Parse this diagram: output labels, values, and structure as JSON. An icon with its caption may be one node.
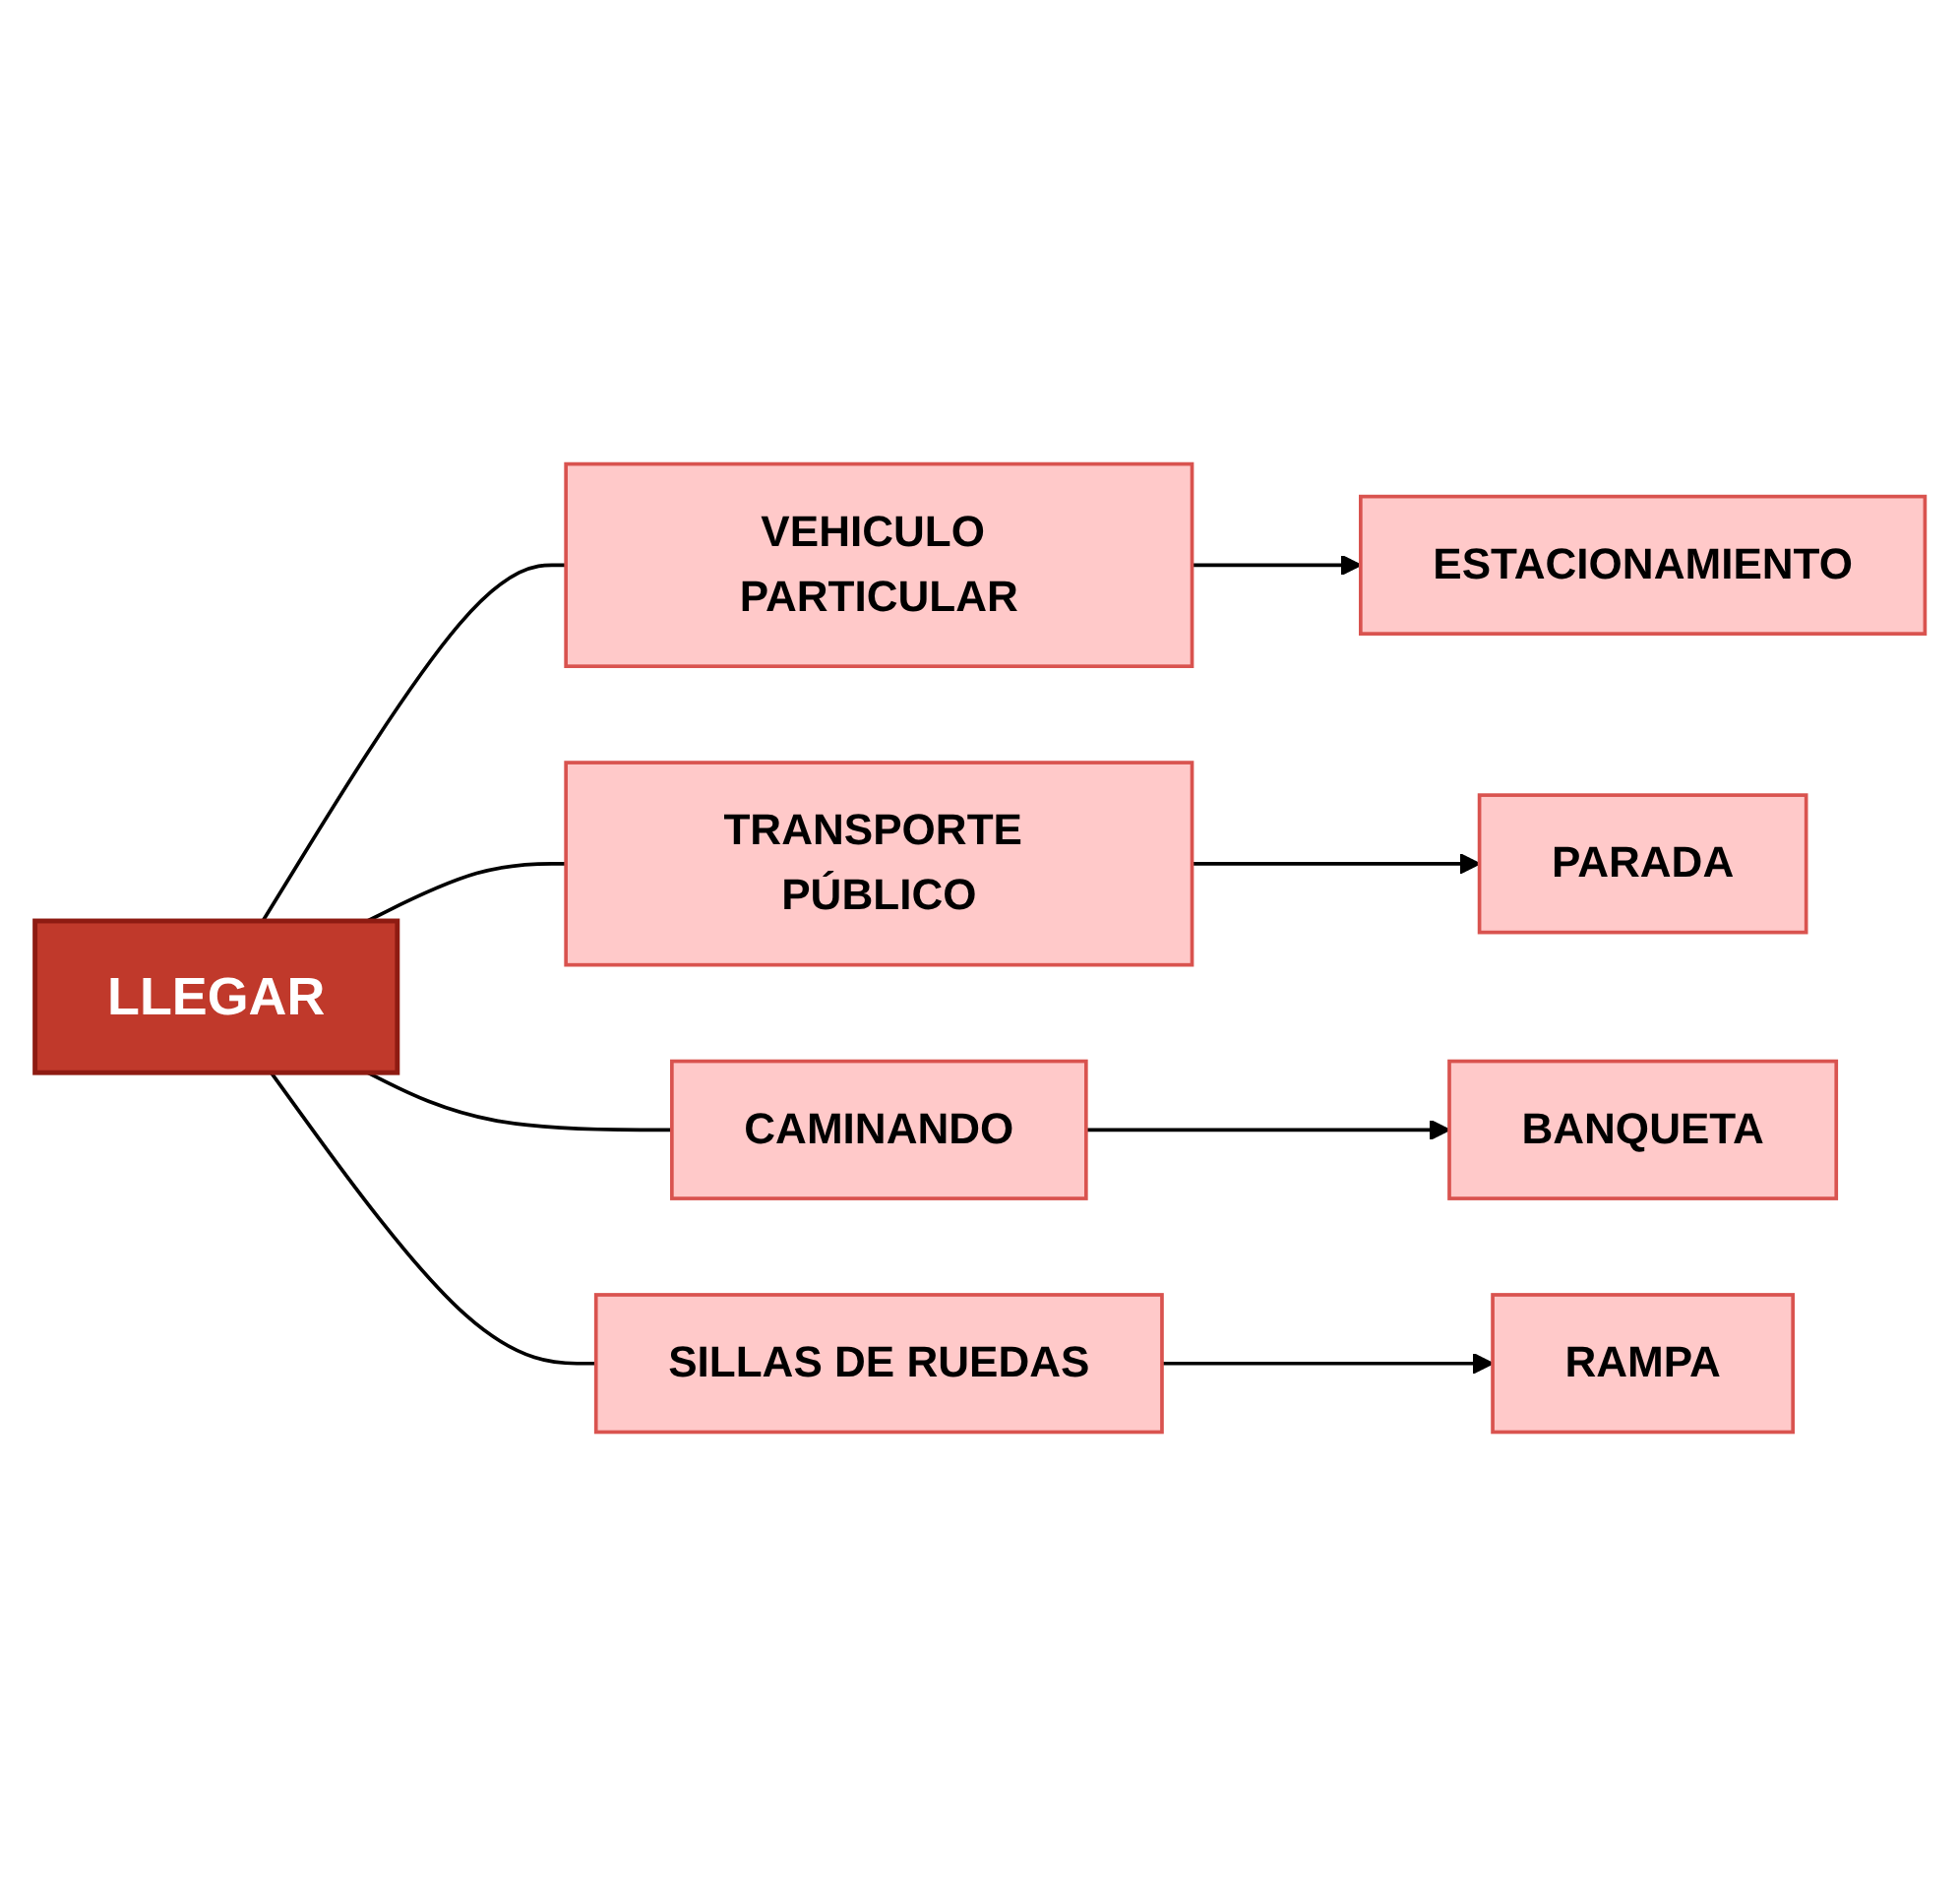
{
  "diagram": {
    "nodes": [
      {
        "text": [
          "LLEGAR"
        ]
      },
      {
        "text": [
          "VEHICULO PARTICULAR"
        ]
      },
      {
        "text": [
          "ESTACIONAMIENTO"
        ]
      },
      {
        "text": [
          "TRANSPORTE PÚBLICO"
        ]
      },
      {
        "text": [
          "PARADA"
        ]
      },
      {
        "text": [
          "CAMINANDO"
        ]
      },
      {
        "text": [
          "BANQUETA"
        ]
      },
      {
        "text": [
          "SILLAS DE RUEDAS"
        ]
      },
      {
        "text": [
          "RAMPA"
        ]
      }
    ],
    "edges": [
      {
        "from": 0,
        "to": 1,
        "arrow": "none"
      },
      {
        "from": 0,
        "to": 3,
        "arrow": "none"
      },
      {
        "from": 0,
        "to": 5,
        "arrow": "none"
      },
      {
        "from": 0,
        "to": 7,
        "arrow": "none"
      },
      {
        "from": 1,
        "to": 2,
        "arrow": "to"
      },
      {
        "from": 3,
        "to": 4,
        "arrow": "to"
      },
      {
        "from": 5,
        "to": 6,
        "arrow": "to"
      },
      {
        "from": 7,
        "to": 8,
        "arrow": "to"
      }
    ]
  }
}
